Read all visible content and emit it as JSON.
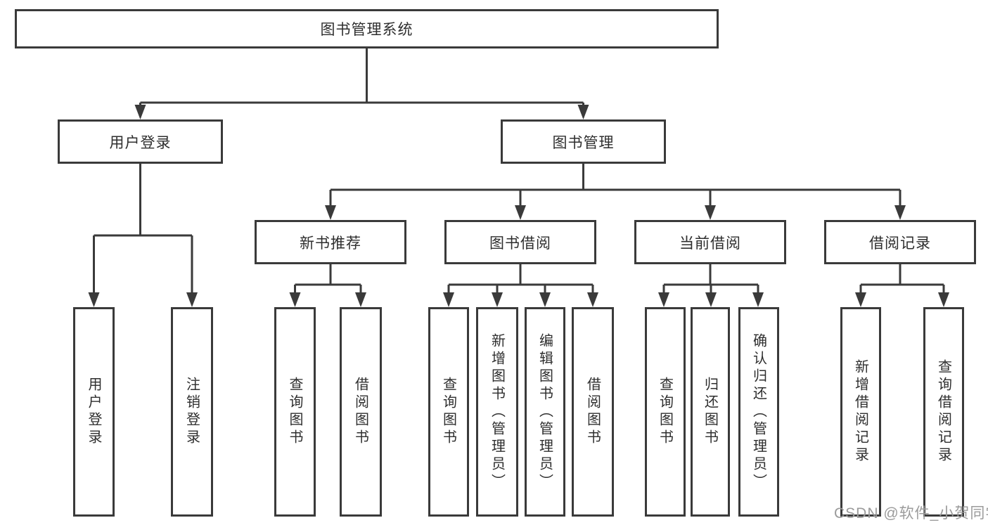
{
  "tree": {
    "root": {
      "label": "图书管理系统"
    },
    "branches": [
      {
        "label": "用户登录",
        "leaves": [
          {
            "label": "用户登录"
          },
          {
            "label": "注销登录"
          }
        ]
      },
      {
        "label": "图书管理",
        "groups": [
          {
            "label": "新书推荐",
            "leaves": [
              {
                "label": "查询图书"
              },
              {
                "label": "借阅图书"
              }
            ]
          },
          {
            "label": "图书借阅",
            "leaves": [
              {
                "label": "查询图书"
              },
              {
                "label": "新增图书（管理员）"
              },
              {
                "label": "编辑图书（管理员）"
              },
              {
                "label": "借阅图书"
              }
            ]
          },
          {
            "label": "当前借阅",
            "leaves": [
              {
                "label": "查询图书"
              },
              {
                "label": "归还图书"
              },
              {
                "label": "确认归还（管理员）"
              }
            ]
          },
          {
            "label": "借阅记录",
            "leaves": [
              {
                "label": "新增借阅记录"
              },
              {
                "label": "查询借阅记录"
              }
            ]
          }
        ]
      }
    ]
  },
  "watermark": {
    "text": "CSDN @软件_小贺同学"
  },
  "colors": {
    "line": "#3a3a3a",
    "text": "#2e2e2e",
    "watermark": "#9b9b9b",
    "background": "#ffffff"
  }
}
